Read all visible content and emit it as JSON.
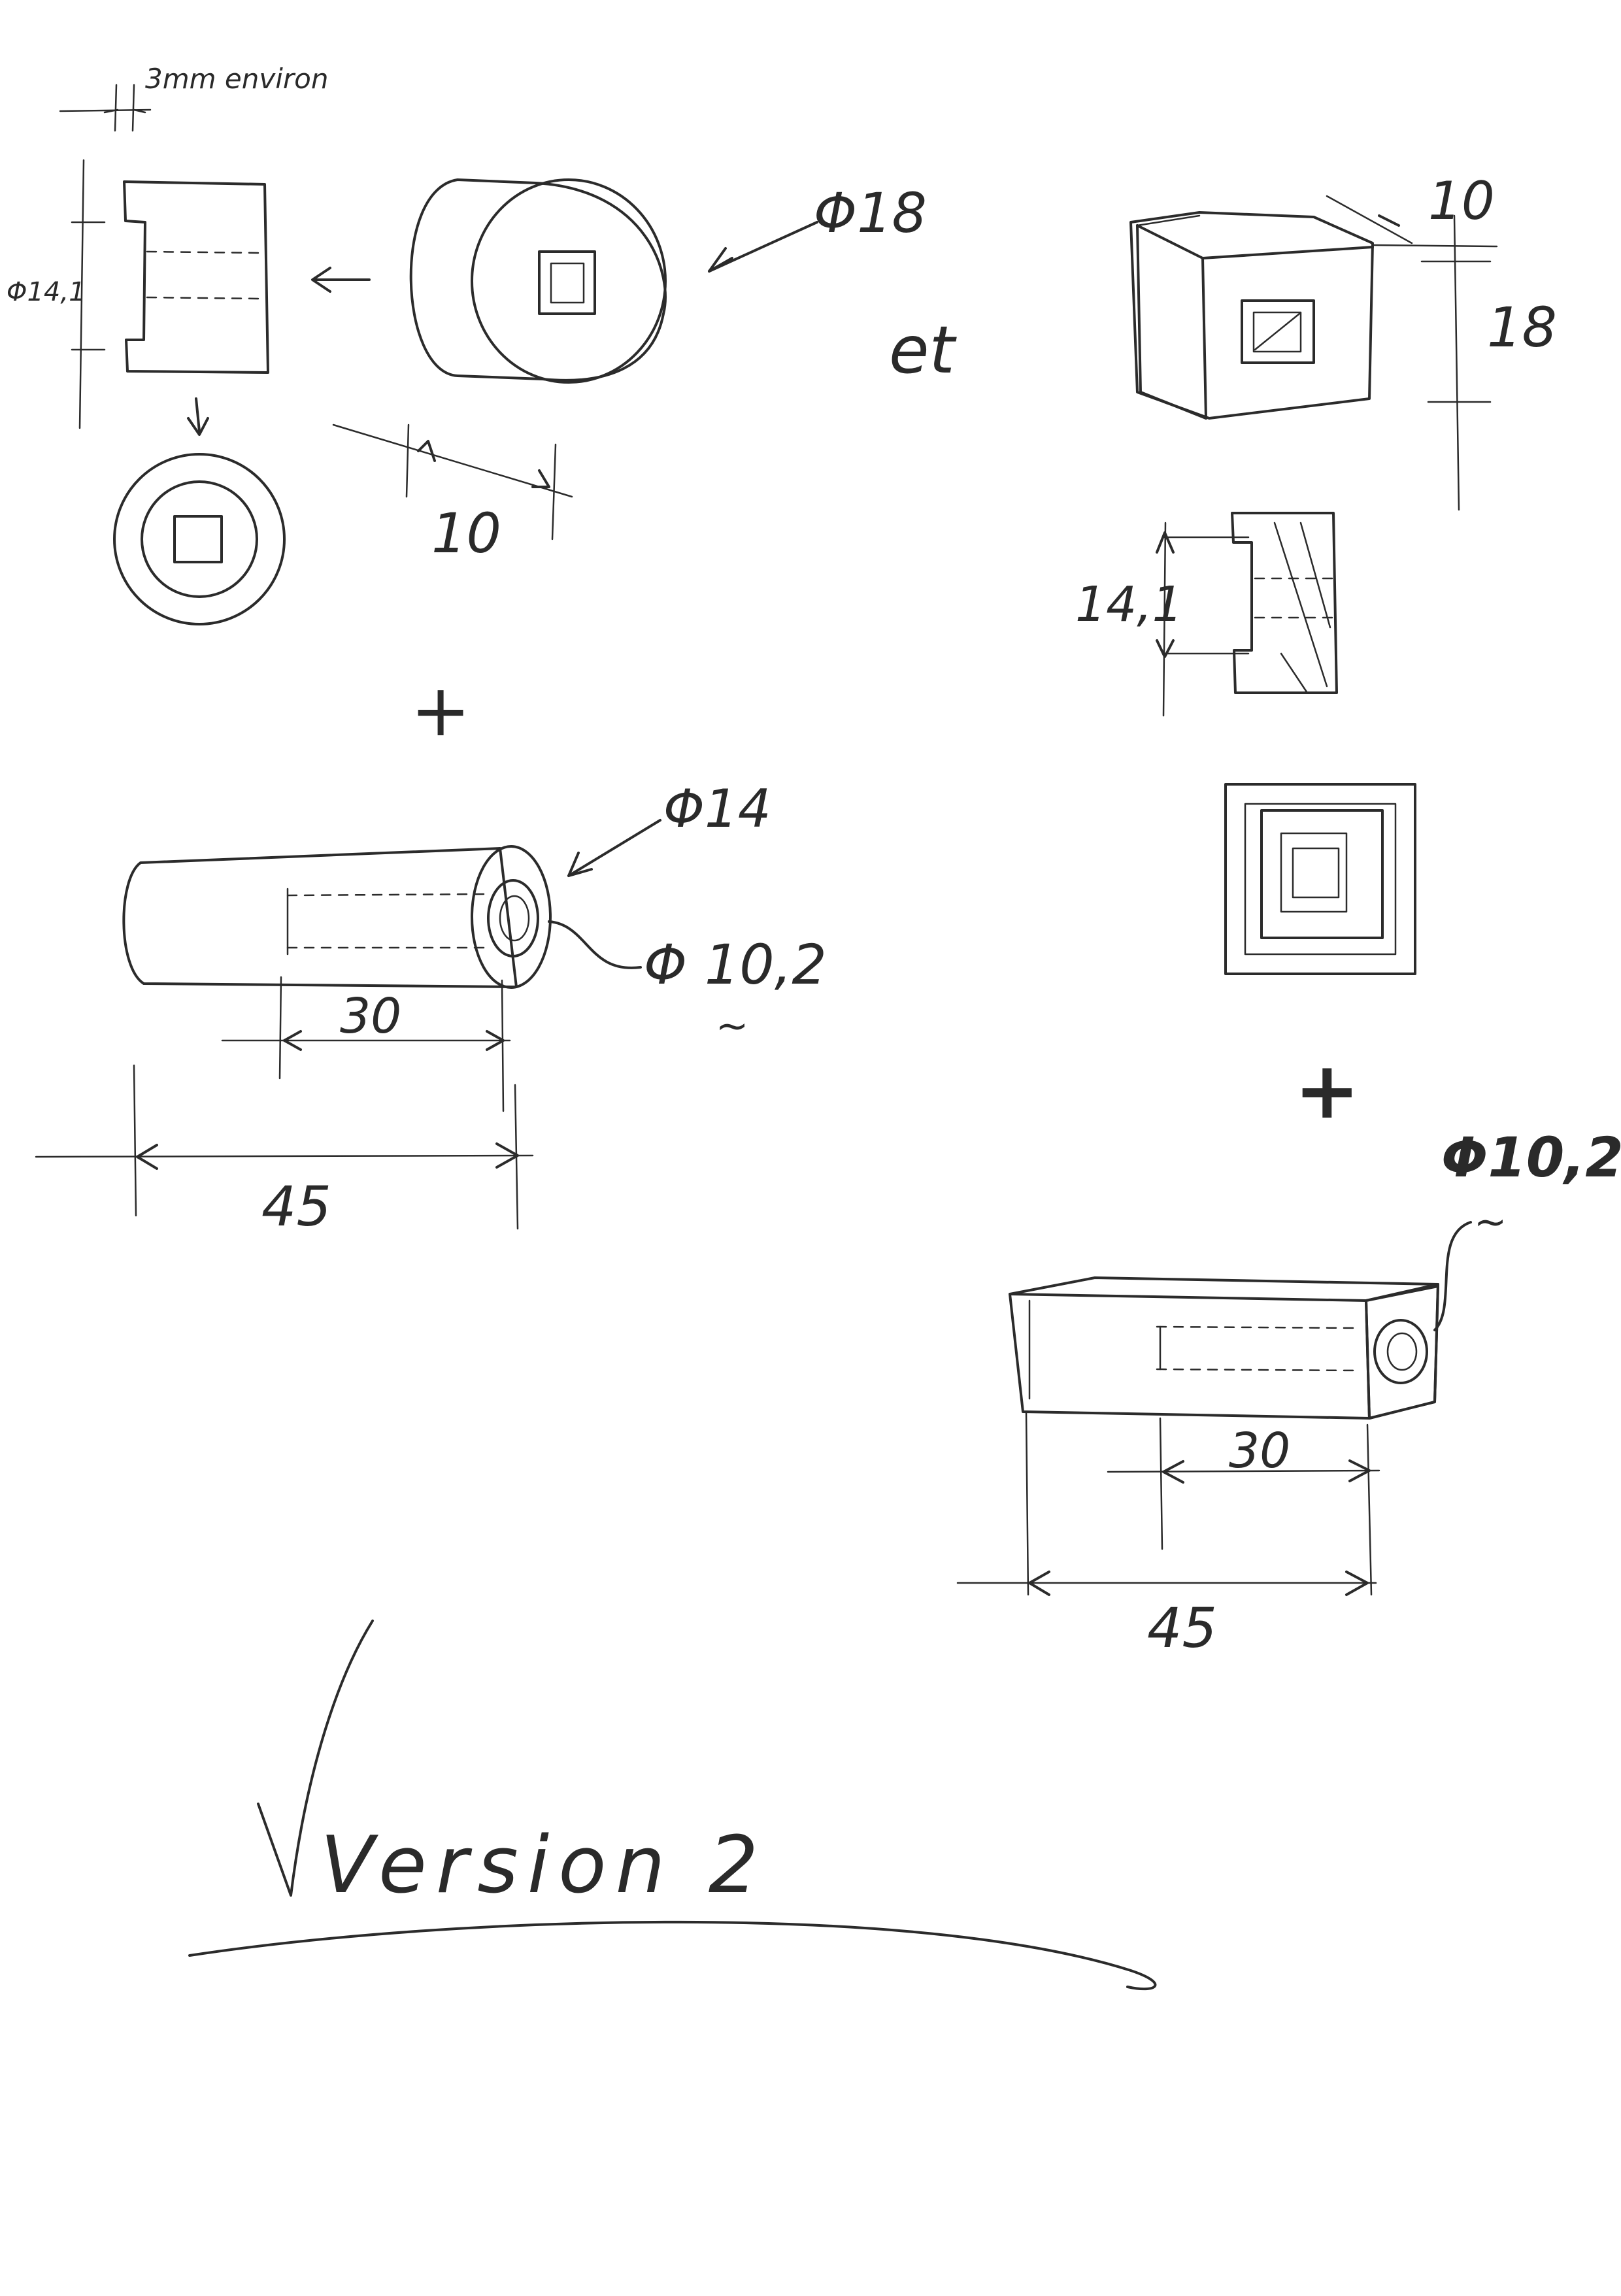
{
  "labels": {
    "note_3mm": "3mm environ",
    "dia_18": "Φ18",
    "dia_14_1": "Φ14,1",
    "len_10_a": "10",
    "conj_et": "et",
    "len_10_b": "10",
    "len_18": "18",
    "len_14_1": "14,1",
    "plus_1": "+",
    "plus_2": "+",
    "dia_14": "Φ14",
    "dia_10_2_a": "Φ 10,2",
    "approx_a": "~",
    "len_30_a": "30",
    "len_45_a": "45",
    "dia_10_2_b": "Φ10,2",
    "approx_b": "~",
    "len_30_b": "30",
    "len_45_b": "45",
    "version": "Version 2"
  }
}
